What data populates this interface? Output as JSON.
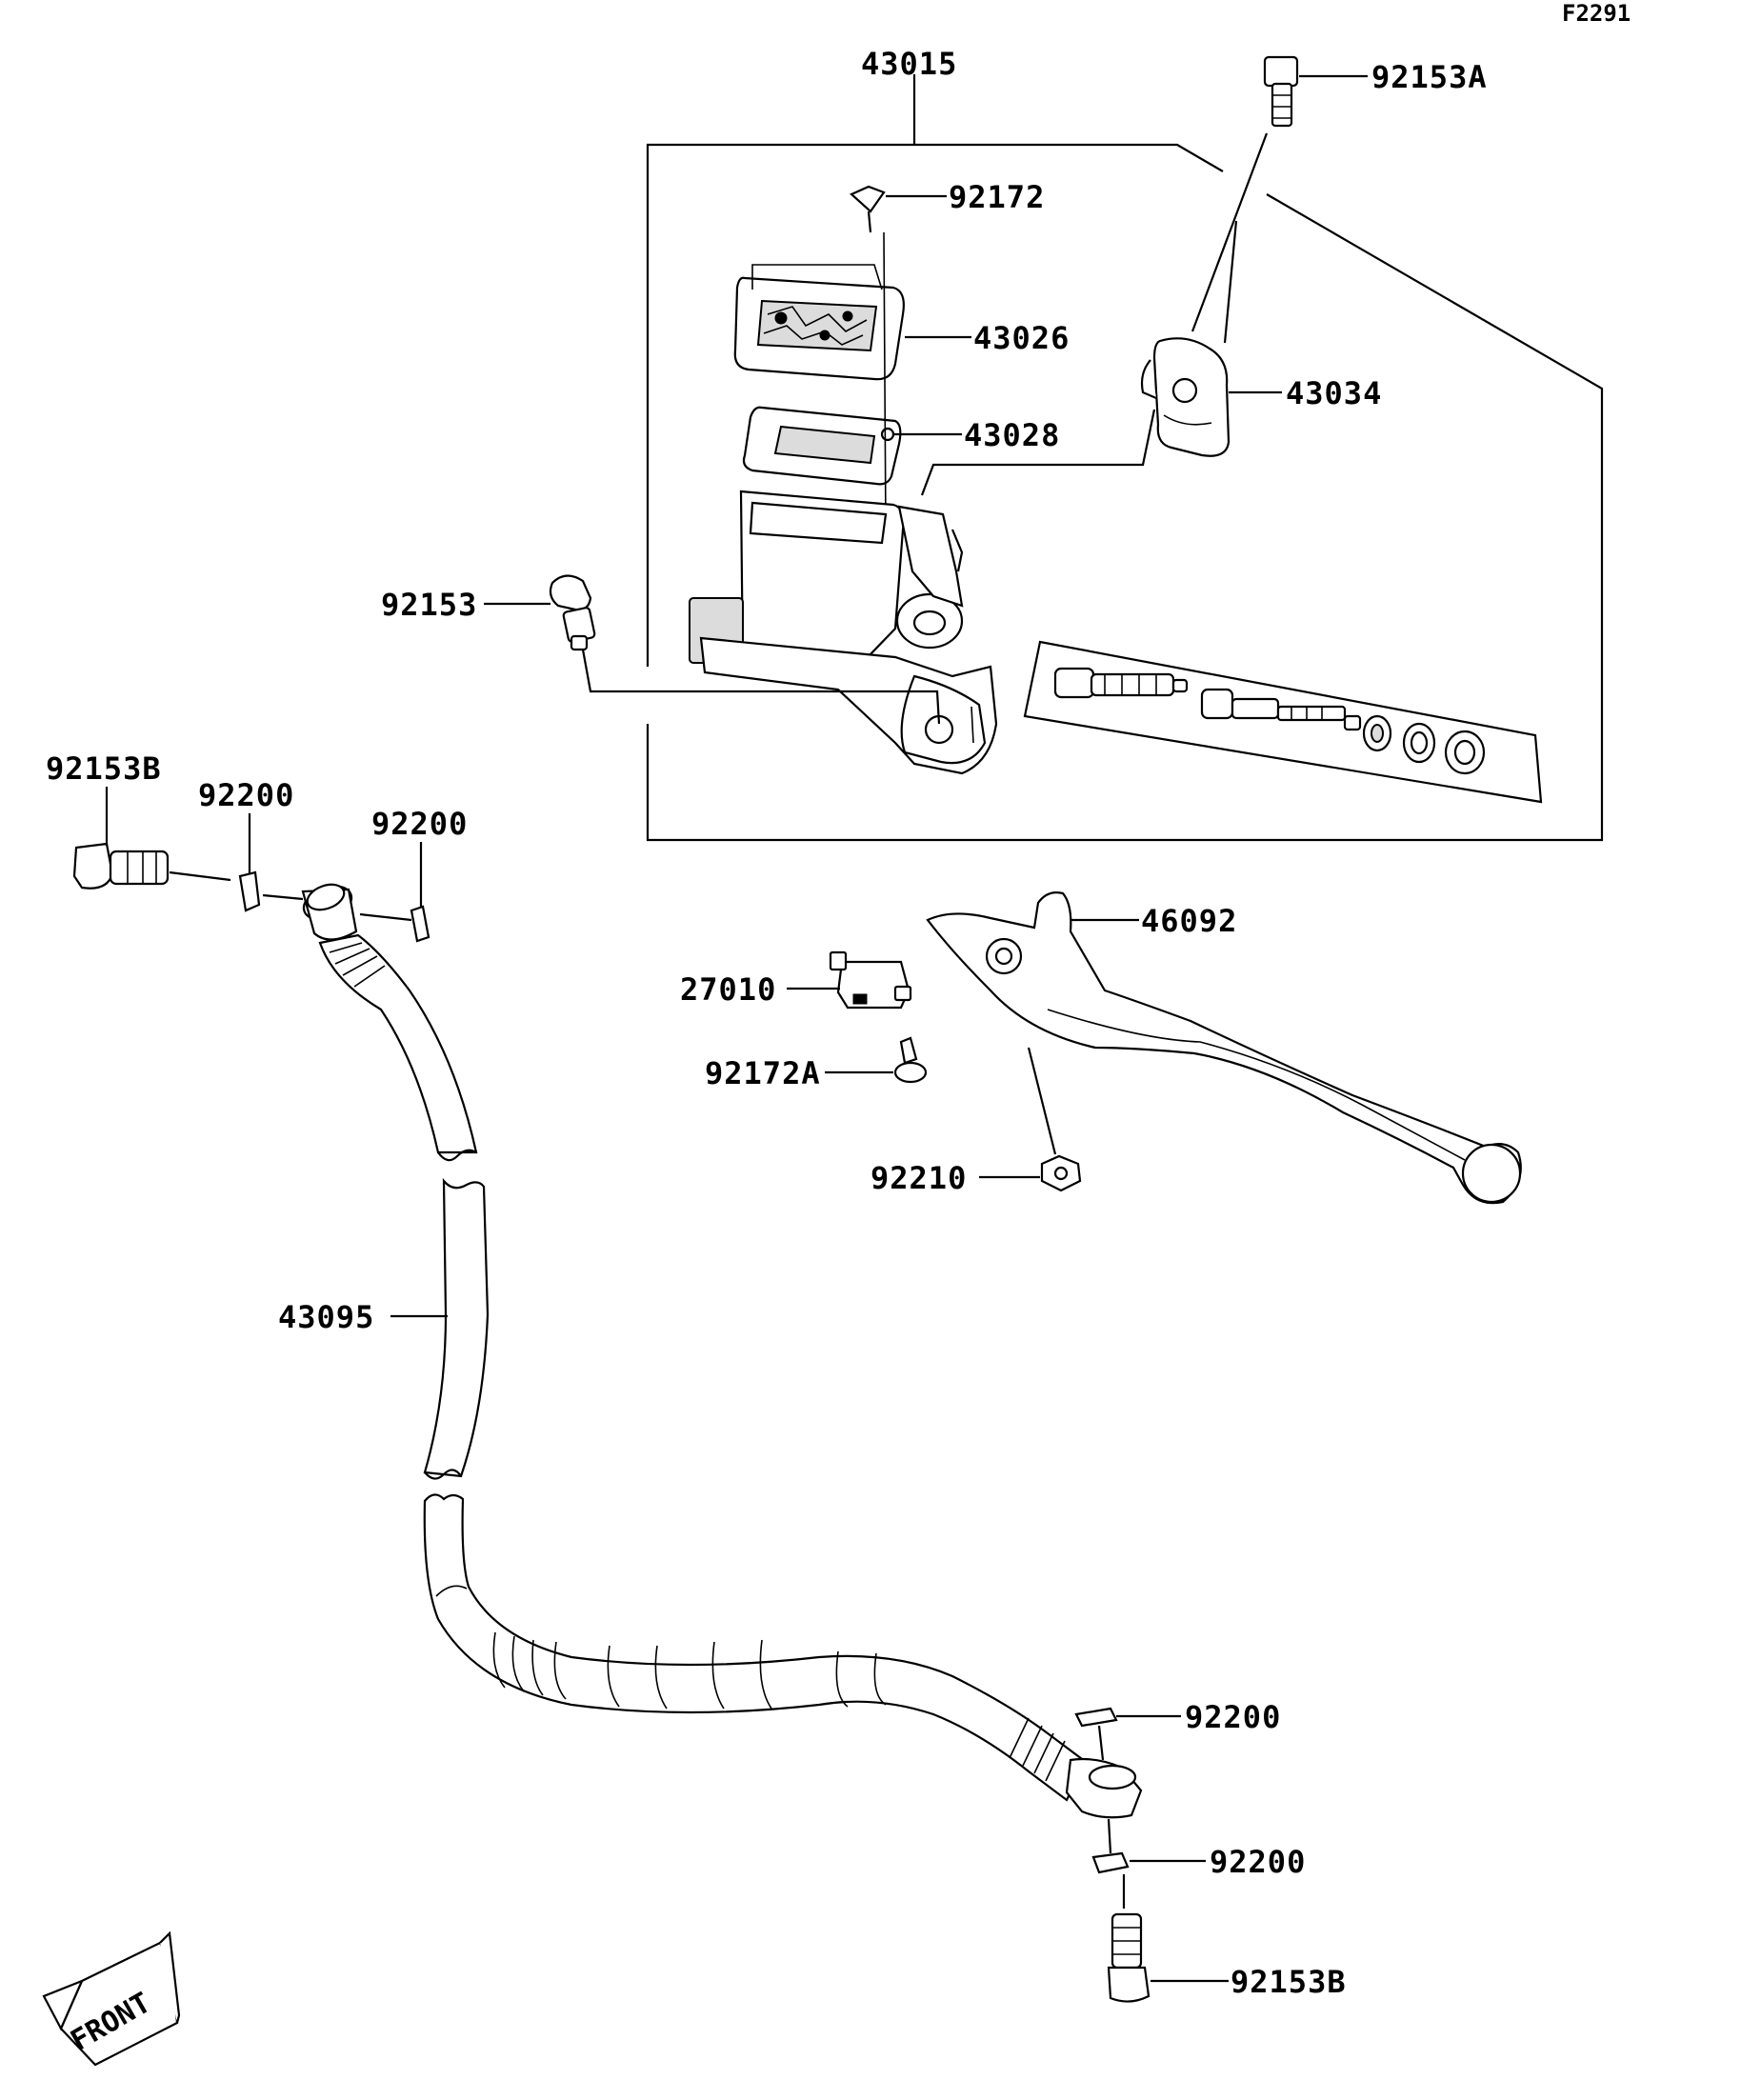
{
  "figure_code": "F2291",
  "front_label": "FRONT",
  "parts": [
    {
      "id": "p43015",
      "number": "43015"
    },
    {
      "id": "p92153A",
      "number": "92153A"
    },
    {
      "id": "p92172",
      "number": "92172"
    },
    {
      "id": "p43026",
      "number": "43026"
    },
    {
      "id": "p43034",
      "number": "43034"
    },
    {
      "id": "p43028",
      "number": "43028"
    },
    {
      "id": "p92153",
      "number": "92153"
    },
    {
      "id": "p92153B_top",
      "number": "92153B"
    },
    {
      "id": "p92200_a",
      "number": "92200"
    },
    {
      "id": "p92200_b",
      "number": "92200"
    },
    {
      "id": "p46092",
      "number": "46092"
    },
    {
      "id": "p27010",
      "number": "27010"
    },
    {
      "id": "p92172A",
      "number": "92172A"
    },
    {
      "id": "p92210",
      "number": "92210"
    },
    {
      "id": "p43095",
      "number": "43095"
    },
    {
      "id": "p92200_c",
      "number": "92200"
    },
    {
      "id": "p92200_d",
      "number": "92200"
    },
    {
      "id": "p92153B_bottom",
      "number": "92153B"
    }
  ]
}
